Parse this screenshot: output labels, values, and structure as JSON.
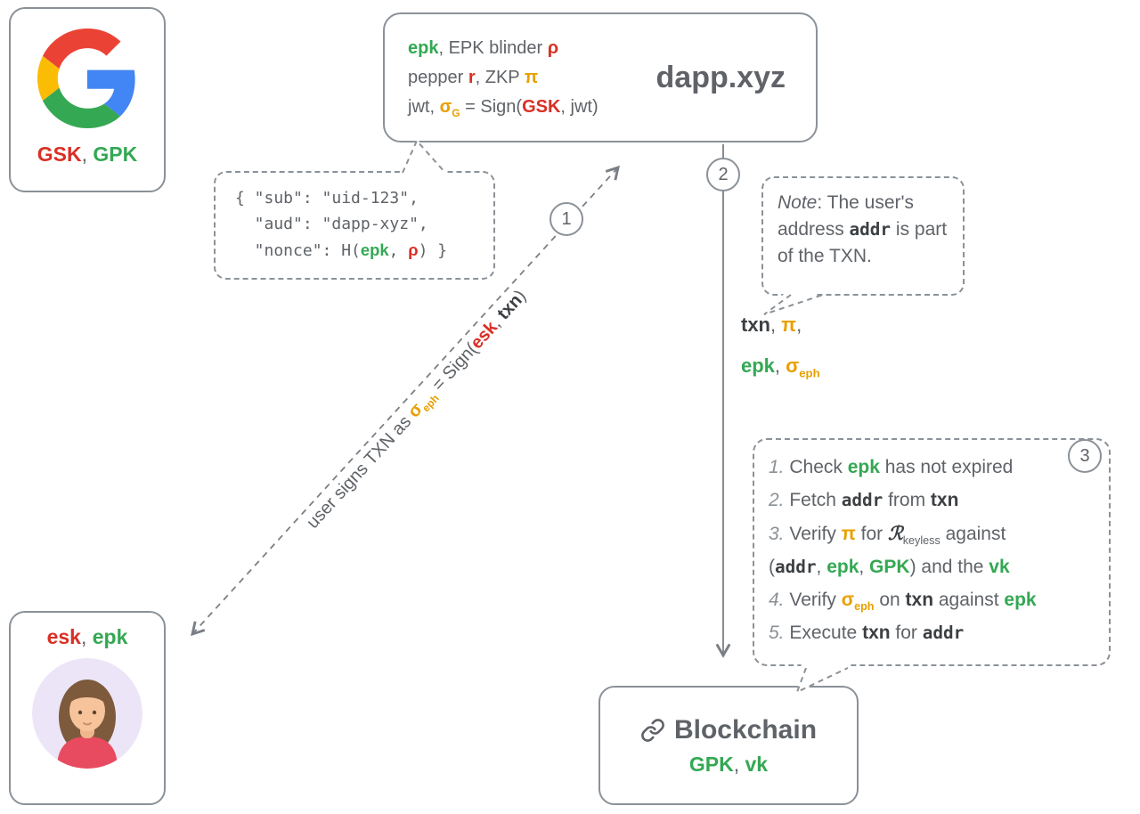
{
  "colors": {
    "red": "#d93025",
    "green": "#34a853",
    "orange": "#e8a000",
    "text": "#5f6368",
    "dark": "#3c4043",
    "border": "#8b9198"
  },
  "badges": {
    "b1": "1",
    "b2": "2",
    "b3": "3"
  },
  "google_box": {
    "icon": "google-g-logo",
    "keys": [
      {
        "t": "GSK",
        "s": "red"
      },
      {
        "t": ", "
      },
      {
        "t": "GPK",
        "s": "green"
      }
    ]
  },
  "dapp_box": {
    "title": "dapp.xyz",
    "line1": [
      {
        "t": "epk",
        "s": "green"
      },
      {
        "t": ", EPK blinder "
      },
      {
        "t": "ρ",
        "s": "red"
      }
    ],
    "line2": [
      {
        "t": "pepper "
      },
      {
        "t": "r",
        "s": "red"
      },
      {
        "t": ", ZKP "
      },
      {
        "t": "π",
        "s": "orange"
      }
    ],
    "line3": [
      {
        "t": "jwt, "
      },
      {
        "t": "σ",
        "s": "orange"
      },
      {
        "t": "G",
        "s": "orange",
        "sub": true
      },
      {
        "t": " = Sign("
      },
      {
        "t": "GSK",
        "s": "red"
      },
      {
        "t": ", jwt)"
      }
    ]
  },
  "jwt_bubble": {
    "line1": [
      {
        "t": "{ \"sub\": \"uid-123\","
      }
    ],
    "line2": [
      {
        "t": "  \"aud\": \"dapp-xyz\","
      }
    ],
    "line3": [
      {
        "t": "  \"nonce\": H("
      },
      {
        "t": "epk",
        "s": "green sans"
      },
      {
        "t": ", "
      },
      {
        "t": "ρ",
        "s": "red sans"
      },
      {
        "t": ") }"
      }
    ]
  },
  "arrow_user_dapp": {
    "label": [
      {
        "t": "user signs TXN as "
      },
      {
        "t": "σ",
        "s": "orange"
      },
      {
        "t": "eph",
        "s": "orange",
        "sub": true
      },
      {
        "t": " = Sign("
      },
      {
        "t": "esk",
        "s": "red"
      },
      {
        "t": ", "
      },
      {
        "t": "txn",
        "s": "dk"
      },
      {
        "t": ")"
      }
    ]
  },
  "note_bubble": {
    "text": [
      {
        "t": "Note",
        "s": "it"
      },
      {
        "t": ": The user's address "
      },
      {
        "t": "addr",
        "s": "mono dk"
      },
      {
        "t": " is part of the TXN."
      }
    ]
  },
  "txn_label": {
    "line1": [
      {
        "t": "txn",
        "s": "dk"
      },
      {
        "t": ", "
      },
      {
        "t": "π",
        "s": "orange"
      },
      {
        "t": ","
      }
    ],
    "line2": [
      {
        "t": "epk",
        "s": "green"
      },
      {
        "t": ", "
      },
      {
        "t": "σ",
        "s": "orange"
      },
      {
        "t": "eph",
        "s": "orange",
        "sub": true
      }
    ]
  },
  "steps_bubble": {
    "step1": [
      {
        "t": "1.",
        "s": "num"
      },
      {
        "t": " Check "
      },
      {
        "t": "epk",
        "s": "green"
      },
      {
        "t": " has not expired"
      }
    ],
    "step2": [
      {
        "t": "2.",
        "s": "num"
      },
      {
        "t": " Fetch "
      },
      {
        "t": "addr",
        "s": "mono dk"
      },
      {
        "t": " from "
      },
      {
        "t": "txn",
        "s": "dk"
      }
    ],
    "step3a": [
      {
        "t": "3.",
        "s": "num"
      },
      {
        "t": " Verify "
      },
      {
        "t": "π",
        "s": "orange"
      },
      {
        "t": " for "
      },
      {
        "t": "ℛ",
        "s": "scr"
      },
      {
        "t": "keyless",
        "sub": true
      },
      {
        "t": " against"
      }
    ],
    "step3b": [
      {
        "t": "("
      },
      {
        "t": "addr",
        "s": "mono dk"
      },
      {
        "t": ", "
      },
      {
        "t": "epk",
        "s": "green"
      },
      {
        "t": ", "
      },
      {
        "t": "GPK",
        "s": "green"
      },
      {
        "t": ") and the "
      },
      {
        "t": "vk",
        "s": "green"
      }
    ],
    "step4": [
      {
        "t": "4.",
        "s": "num"
      },
      {
        "t": " Verify "
      },
      {
        "t": "σ",
        "s": "orange"
      },
      {
        "t": "eph",
        "s": "orange",
        "sub": true
      },
      {
        "t": " on "
      },
      {
        "t": "txn",
        "s": "dk"
      },
      {
        "t": " against "
      },
      {
        "t": "epk",
        "s": "green"
      }
    ],
    "step5": [
      {
        "t": "5.",
        "s": "num"
      },
      {
        "t": " Execute "
      },
      {
        "t": "txn",
        "s": "dk"
      },
      {
        "t": " for "
      },
      {
        "t": "addr",
        "s": "mono dk"
      }
    ]
  },
  "user_box": {
    "icon": "female-user-avatar",
    "keys": [
      {
        "t": "esk",
        "s": "red"
      },
      {
        "t": ", "
      },
      {
        "t": "epk",
        "s": "green"
      }
    ]
  },
  "blockchain_box": {
    "icon": "chain-link-icon",
    "title": "Blockchain",
    "keys": [
      {
        "t": "GPK",
        "s": "green"
      },
      {
        "t": ", "
      },
      {
        "t": "vk",
        "s": "green"
      }
    ]
  }
}
